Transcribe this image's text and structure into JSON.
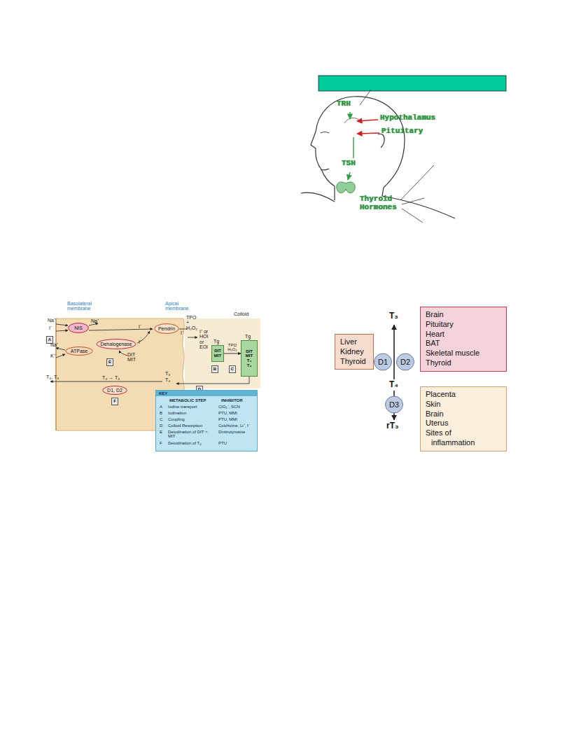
{
  "diagram": {
    "nodes": [
      {
        "text": [
          "NIS"
        ]
      },
      {
        "text": [
          "ATPase"
        ]
      },
      {
        "text": [
          "Dehalogenase"
        ]
      },
      {
        "text": [
          "Pendrin"
        ]
      },
      {
        "text": [
          "D1, D2"
        ]
      },
      {
        "text": [
          "DIT MIT"
        ]
      },
      {
        "text": [
          "DIT MIT T₃ T₄"
        ]
      },
      {
        "text": [
          "A"
        ]
      },
      {
        "text": [
          "E"
        ]
      },
      {
        "text": [
          "B"
        ]
      },
      {
        "text": [
          "C"
        ]
      },
      {
        "text": [
          "D"
        ]
      },
      {
        "text": [
          "F"
        ]
      },
      {
        "text": [
          "KEY"
        ]
      },
      {
        "text": [
          "Liver",
          "Kidney",
          "Thyroid"
        ]
      },
      {
        "text": [
          "D1"
        ]
      },
      {
        "text": [
          "D2"
        ]
      },
      {
        "text": [
          "Brain",
          "Pituitary",
          "Heart",
          "BAT",
          "Skeletal muscle",
          "Thyroid"
        ]
      },
      {
        "text": [
          "D3"
        ]
      },
      {
        "text": [
          "Placenta",
          "Skin",
          "Brain",
          "Uterus",
          "Sites of inflammation"
        ]
      }
    ],
    "edges": [
      {
        "from": 5,
        "to": 6,
        "label": "TPO H₂O₂",
        "arrow": "to"
      }
    ],
    "labels": [
      "TRH",
      "Hypothalamus",
      "Pituitary",
      "TSH",
      "Thyroid Hormones",
      "Basolateral membrane",
      "Apical membrane",
      "Colloid",
      "Na⁺",
      "I⁻",
      "Na⁺",
      "I⁻",
      "Na⁺",
      "K⁺",
      "I⁻",
      "DIT MIT",
      "I⁻",
      "TPO + H₂O₂",
      "I⁺ or HOI or EOI",
      "Tg",
      "Tg",
      "T₄, T₃",
      "T₄ → T₃",
      "T₃",
      "T₄",
      "METABOLIC STEP",
      "INHIBITOR",
      "A",
      "Iodine transport",
      "ClO₄⁻, SCN",
      "B",
      "Iodination",
      "PTU, MMI",
      "C",
      "Coupling",
      "PTU, MMI",
      "D",
      "Colloid Resorption",
      "Colchicine, Li⁺, I⁻",
      "E",
      "Deiodination of DIT > MIT",
      "Dinitrotyrosine",
      "F",
      "Deiodination of T₄",
      "PTU",
      "T₃",
      "T₄",
      "rT₃"
    ]
  }
}
